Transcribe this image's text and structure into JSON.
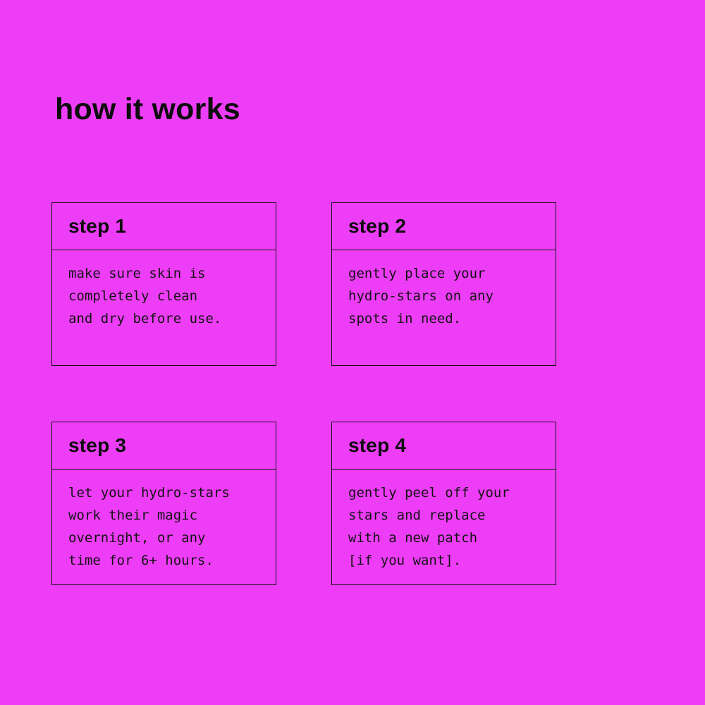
{
  "page": {
    "title": "how it works",
    "background_color": "#ee3df7",
    "text_color": "#0d0d0d",
    "border_color": "#141414"
  },
  "steps": [
    {
      "label": "step 1",
      "body": "make sure skin is\ncompletely clean\nand dry before use."
    },
    {
      "label": "step 2",
      "body": "gently place your\nhydro-stars on any\nspots in need."
    },
    {
      "label": "step 3",
      "body": "let your hydro-stars\nwork their magic\novernight, or any\ntime for 6+ hours."
    },
    {
      "label": "step 4",
      "body": "gently peel off your\nstars and replace\nwith a new patch\n[if you want]."
    }
  ]
}
